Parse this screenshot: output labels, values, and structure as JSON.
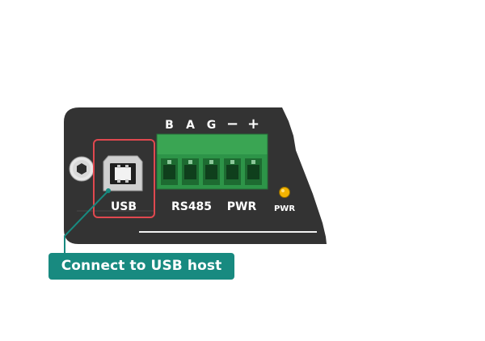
{
  "terminal_labels": [
    "B",
    "A",
    "G",
    "−",
    "+"
  ],
  "port_labels": {
    "usb": "USB",
    "rs485": "RS485",
    "pwr": "PWR",
    "pwr_led": "PWR"
  },
  "callout": {
    "text": "Connect to USB host"
  },
  "colors": {
    "panel": "#333333",
    "terminal_block": "#2f9a47",
    "highlight": "#e0484f",
    "callout": "#188a80",
    "led": "#f2b300",
    "usb_port": "#cfcfcf"
  },
  "icons": {
    "mounting_screw": "hex-screw-icon",
    "usb_port": "usb-b-port-icon",
    "led": "power-led-icon"
  }
}
